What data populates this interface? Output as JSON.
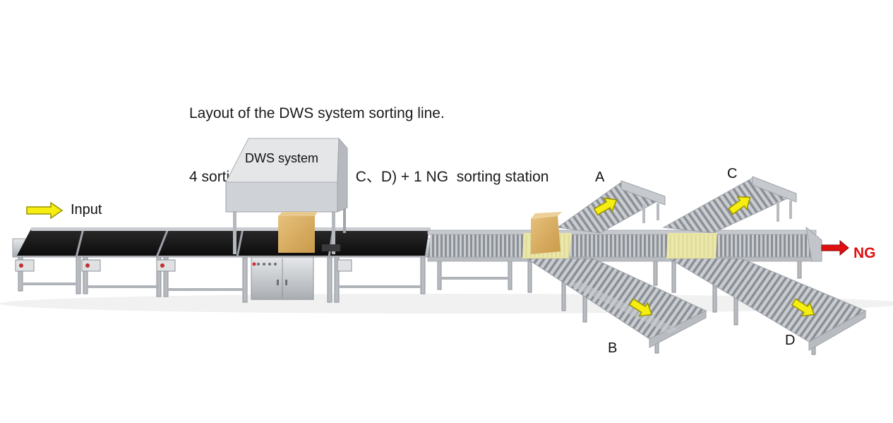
{
  "title": {
    "line1": "Layout of the DWS system sorting line.",
    "line2": "4 sorting stations(A、B、C、D) + 1 NG  sorting station"
  },
  "labels": {
    "input": "Input",
    "dws_system": "DWS system",
    "station_a": "A",
    "station_b": "B",
    "station_c": "C",
    "station_d": "D",
    "ng": "NG"
  },
  "colors": {
    "arrow_yellow": "#f5ee10",
    "ng_red": "#e01010",
    "ng_text": "#e01010"
  },
  "icons": {
    "input_arrow": "right-arrow-icon",
    "ng_arrow": "right-arrow-icon"
  }
}
